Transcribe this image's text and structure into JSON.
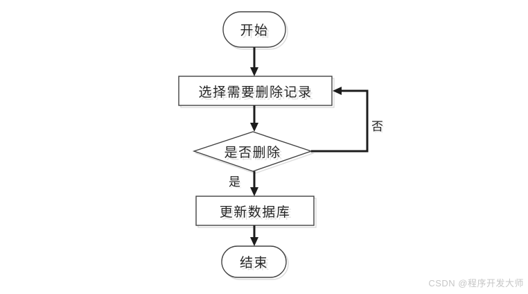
{
  "diagram": {
    "type": "flowchart",
    "description": "delete-record workflow",
    "nodes": [
      {
        "id": "start",
        "shape": "terminator",
        "label": "开始"
      },
      {
        "id": "select",
        "shape": "process",
        "label": "选择需要删除记录"
      },
      {
        "id": "decision",
        "shape": "decision",
        "label": "是否删除"
      },
      {
        "id": "update",
        "shape": "process",
        "label": "更新数据库"
      },
      {
        "id": "end",
        "shape": "terminator",
        "label": "结束"
      }
    ],
    "edges": [
      {
        "from": "start",
        "to": "select",
        "label": ""
      },
      {
        "from": "select",
        "to": "decision",
        "label": ""
      },
      {
        "from": "decision",
        "to": "update",
        "label": "是"
      },
      {
        "from": "decision",
        "to": "select",
        "label": "否"
      },
      {
        "from": "update",
        "to": "end",
        "label": ""
      }
    ],
    "colors": {
      "shape_border": "#424242",
      "ghost": "#dcdcdc",
      "connector": "#1c1c1c",
      "text": "#262626",
      "background": "#ffffff"
    }
  },
  "watermark": {
    "text": "CSDN @程序开发大师",
    "color": "#c6c6c6"
  }
}
